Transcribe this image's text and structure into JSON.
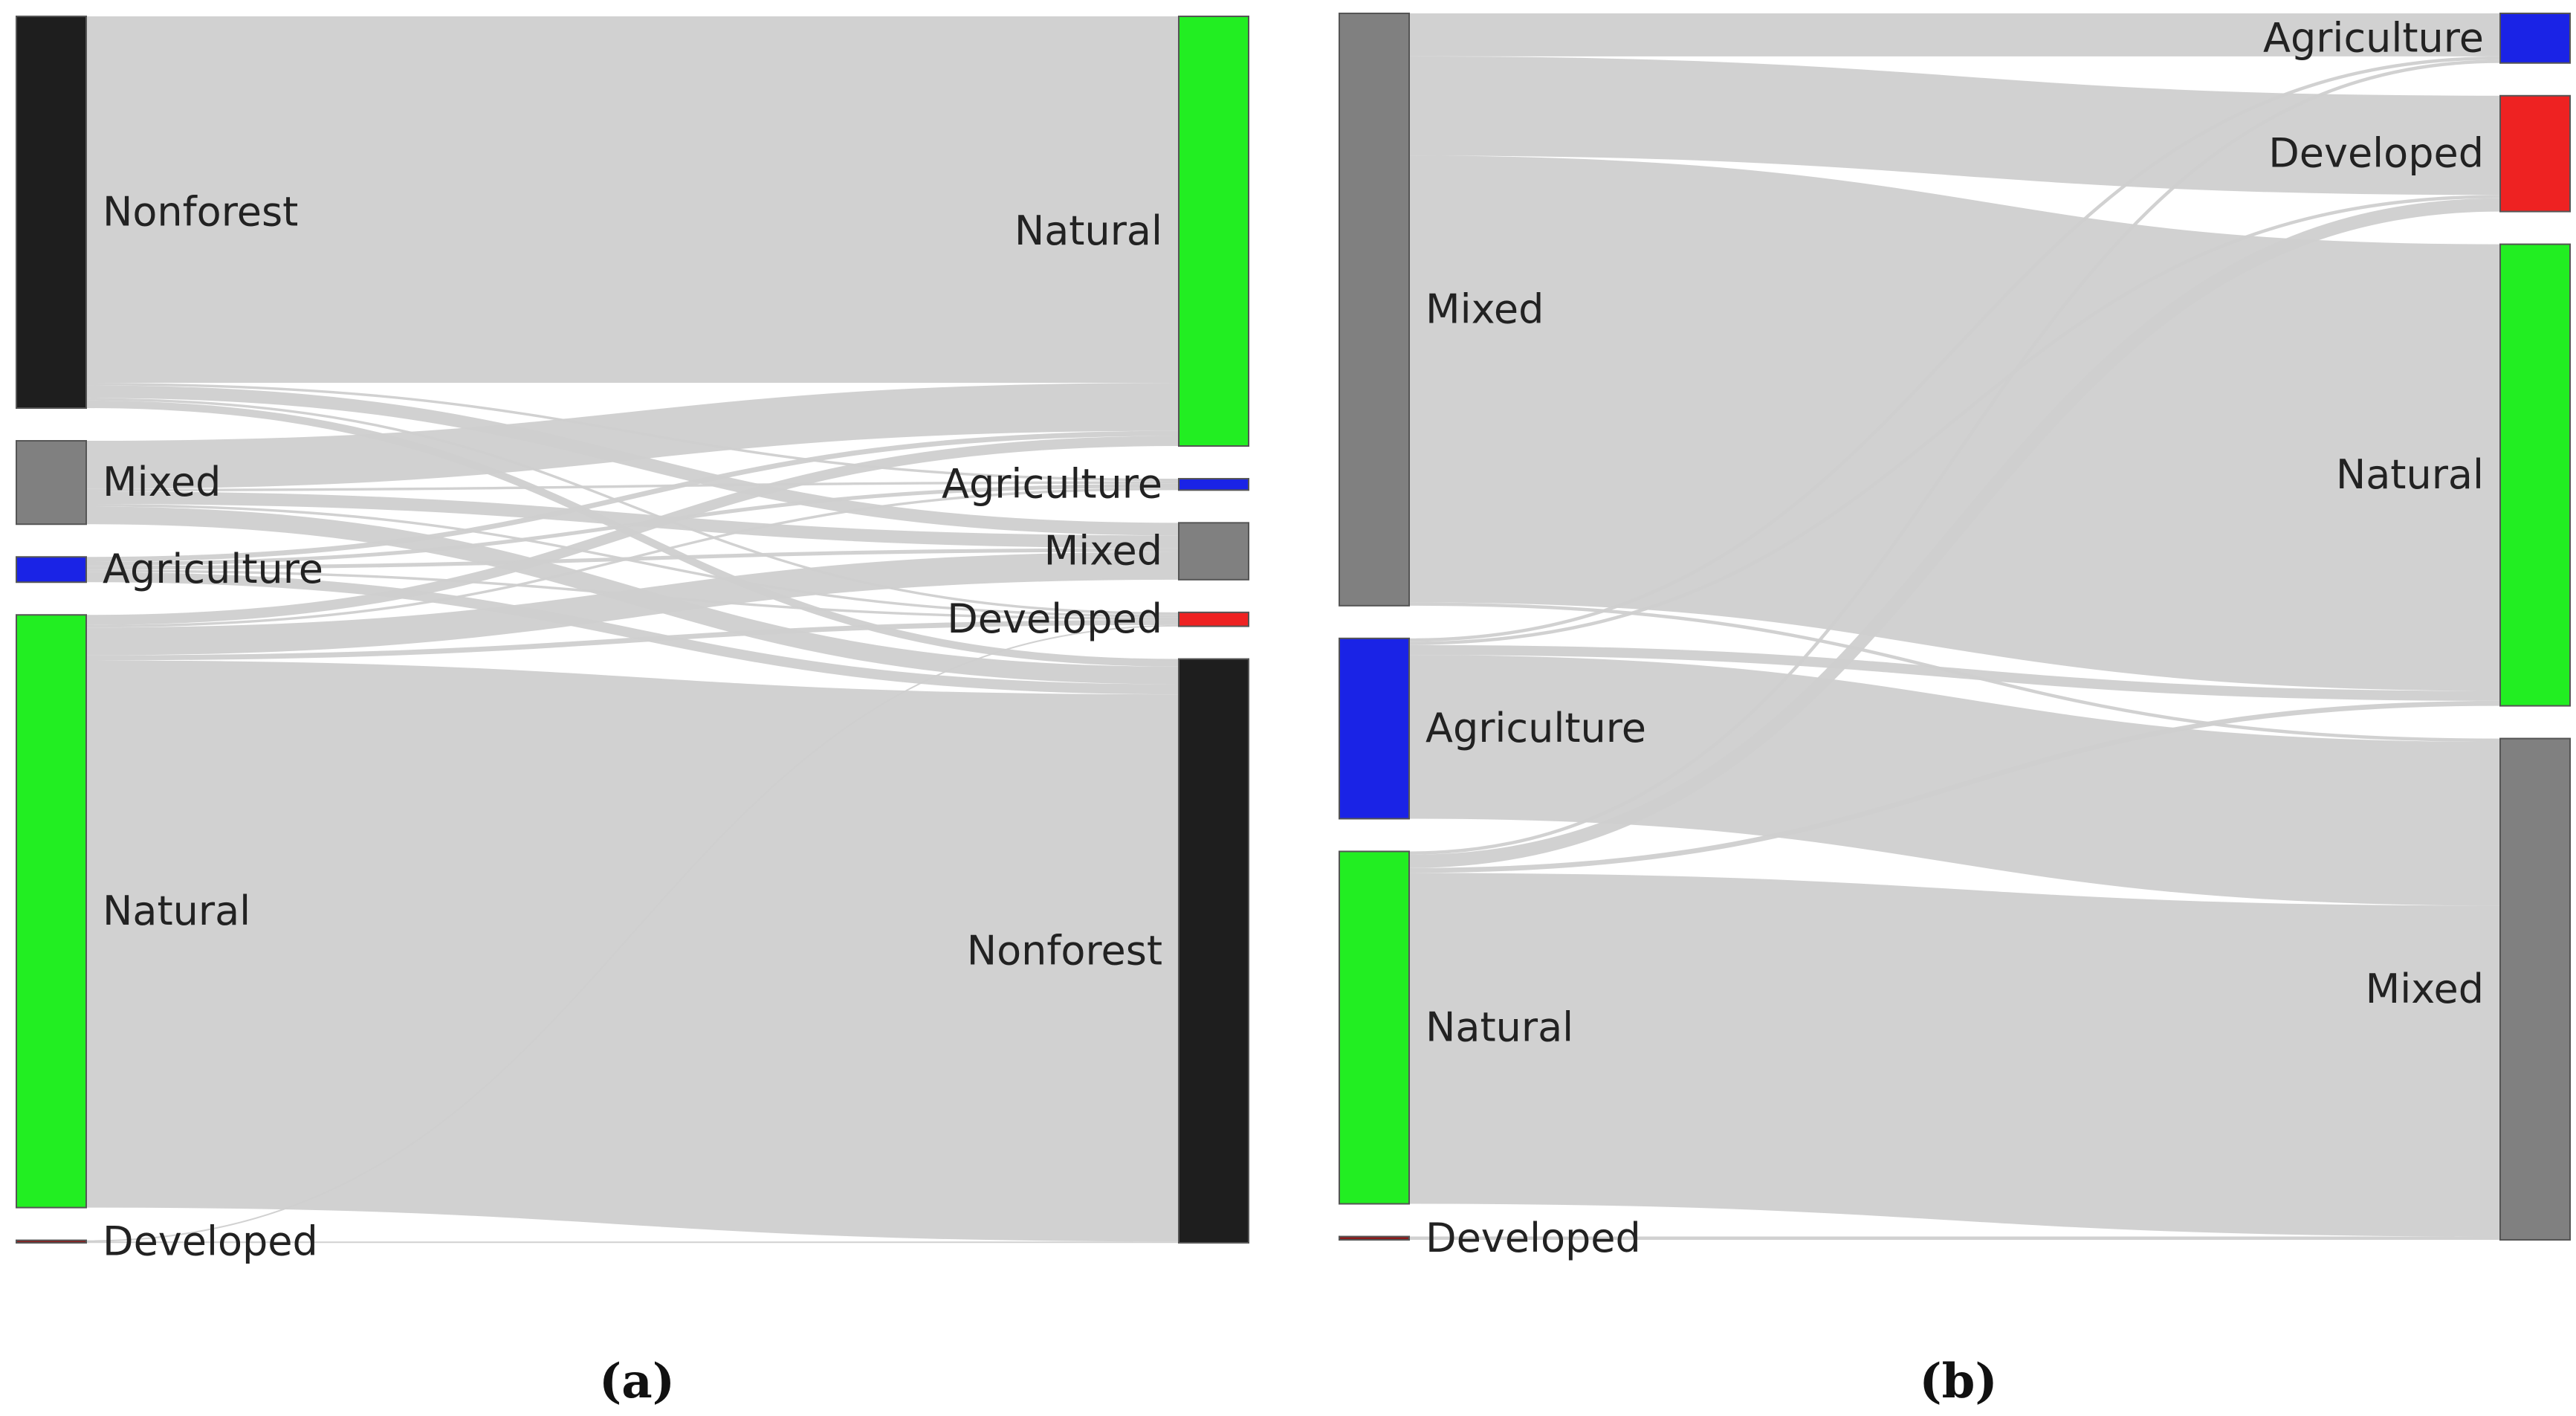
{
  "chart_data": [
    {
      "type": "sankey",
      "caption": "(a)",
      "link_color": "#cfcfcf",
      "source_nodes": [
        {
          "id": "s-nonforest",
          "label": "Nonforest",
          "color": "#1e1e1e"
        },
        {
          "id": "s-mixed",
          "label": "Mixed",
          "color": "#808080"
        },
        {
          "id": "s-agriculture",
          "label": "Agriculture",
          "color": "#1a23e6"
        },
        {
          "id": "s-natural",
          "label": "Natural",
          "color": "#22ee22"
        },
        {
          "id": "s-developed",
          "label": "Developed",
          "color": "#8b1a1a"
        }
      ],
      "target_nodes": [
        {
          "id": "t-natural",
          "label": "Natural",
          "color": "#22ee22"
        },
        {
          "id": "t-agriculture",
          "label": "Agriculture",
          "color": "#1a23e6"
        },
        {
          "id": "t-mixed",
          "label": "Mixed",
          "color": "#808080"
        },
        {
          "id": "t-developed",
          "label": "Developed",
          "color": "#ee2222"
        },
        {
          "id": "t-nonforest",
          "label": "Nonforest",
          "color": "#1e1e1e"
        }
      ],
      "links": [
        {
          "source": "s-nonforest",
          "target": "t-natural",
          "value": 290
        },
        {
          "source": "s-nonforest",
          "target": "t-agriculture",
          "value": 2
        },
        {
          "source": "s-nonforest",
          "target": "t-mixed",
          "value": 10
        },
        {
          "source": "s-nonforest",
          "target": "t-developed",
          "value": 2
        },
        {
          "source": "s-nonforest",
          "target": "t-nonforest",
          "value": 6
        },
        {
          "source": "s-mixed",
          "target": "t-natural",
          "value": 38
        },
        {
          "source": "s-mixed",
          "target": "t-agriculture",
          "value": 2
        },
        {
          "source": "s-mixed",
          "target": "t-mixed",
          "value": 10
        },
        {
          "source": "s-mixed",
          "target": "t-developed",
          "value": 2
        },
        {
          "source": "s-mixed",
          "target": "t-nonforest",
          "value": 14
        },
        {
          "source": "s-agriculture",
          "target": "t-natural",
          "value": 4
        },
        {
          "source": "s-agriculture",
          "target": "t-agriculture",
          "value": 3
        },
        {
          "source": "s-agriculture",
          "target": "t-mixed",
          "value": 3
        },
        {
          "source": "s-agriculture",
          "target": "t-developed",
          "value": 2
        },
        {
          "source": "s-agriculture",
          "target": "t-nonforest",
          "value": 8
        },
        {
          "source": "s-natural",
          "target": "t-natural",
          "value": 8
        },
        {
          "source": "s-natural",
          "target": "t-agriculture",
          "value": 2
        },
        {
          "source": "s-natural",
          "target": "t-mixed",
          "value": 22
        },
        {
          "source": "s-natural",
          "target": "t-developed",
          "value": 4
        },
        {
          "source": "s-natural",
          "target": "t-nonforest",
          "value": 433
        },
        {
          "source": "s-developed",
          "target": "t-developed",
          "value": 1
        },
        {
          "source": "s-developed",
          "target": "t-nonforest",
          "value": 1
        }
      ]
    },
    {
      "type": "sankey",
      "caption": "(b)",
      "link_color": "#cfcfcf",
      "source_nodes": [
        {
          "id": "s-mixed",
          "label": "Mixed",
          "color": "#808080"
        },
        {
          "id": "s-agriculture",
          "label": "Agriculture",
          "color": "#1a23e6"
        },
        {
          "id": "s-natural",
          "label": "Natural",
          "color": "#22ee22"
        },
        {
          "id": "s-developed",
          "label": "Developed",
          "color": "#8b1a1a"
        }
      ],
      "target_nodes": [
        {
          "id": "t-agriculture",
          "label": "Agriculture",
          "color": "#1a23e6"
        },
        {
          "id": "t-developed",
          "label": "Developed",
          "color": "#ee2222"
        },
        {
          "id": "t-natural",
          "label": "Natural",
          "color": "#22ee22"
        },
        {
          "id": "t-mixed",
          "label": "Mixed",
          "color": "#808080"
        }
      ],
      "links": [
        {
          "source": "s-mixed",
          "target": "t-agriculture",
          "value": 26
        },
        {
          "source": "s-mixed",
          "target": "t-developed",
          "value": 60
        },
        {
          "source": "s-mixed",
          "target": "t-natural",
          "value": 270
        },
        {
          "source": "s-mixed",
          "target": "t-mixed",
          "value": 2
        },
        {
          "source": "s-agriculture",
          "target": "t-agriculture",
          "value": 2
        },
        {
          "source": "s-agriculture",
          "target": "t-developed",
          "value": 2
        },
        {
          "source": "s-agriculture",
          "target": "t-natural",
          "value": 6
        },
        {
          "source": "s-agriculture",
          "target": "t-mixed",
          "value": 99
        },
        {
          "source": "s-natural",
          "target": "t-agriculture",
          "value": 2
        },
        {
          "source": "s-natural",
          "target": "t-developed",
          "value": 8
        },
        {
          "source": "s-natural",
          "target": "t-natural",
          "value": 3
        },
        {
          "source": "s-natural",
          "target": "t-mixed",
          "value": 200
        },
        {
          "source": "s-developed",
          "target": "t-mixed",
          "value": 2
        }
      ]
    }
  ]
}
